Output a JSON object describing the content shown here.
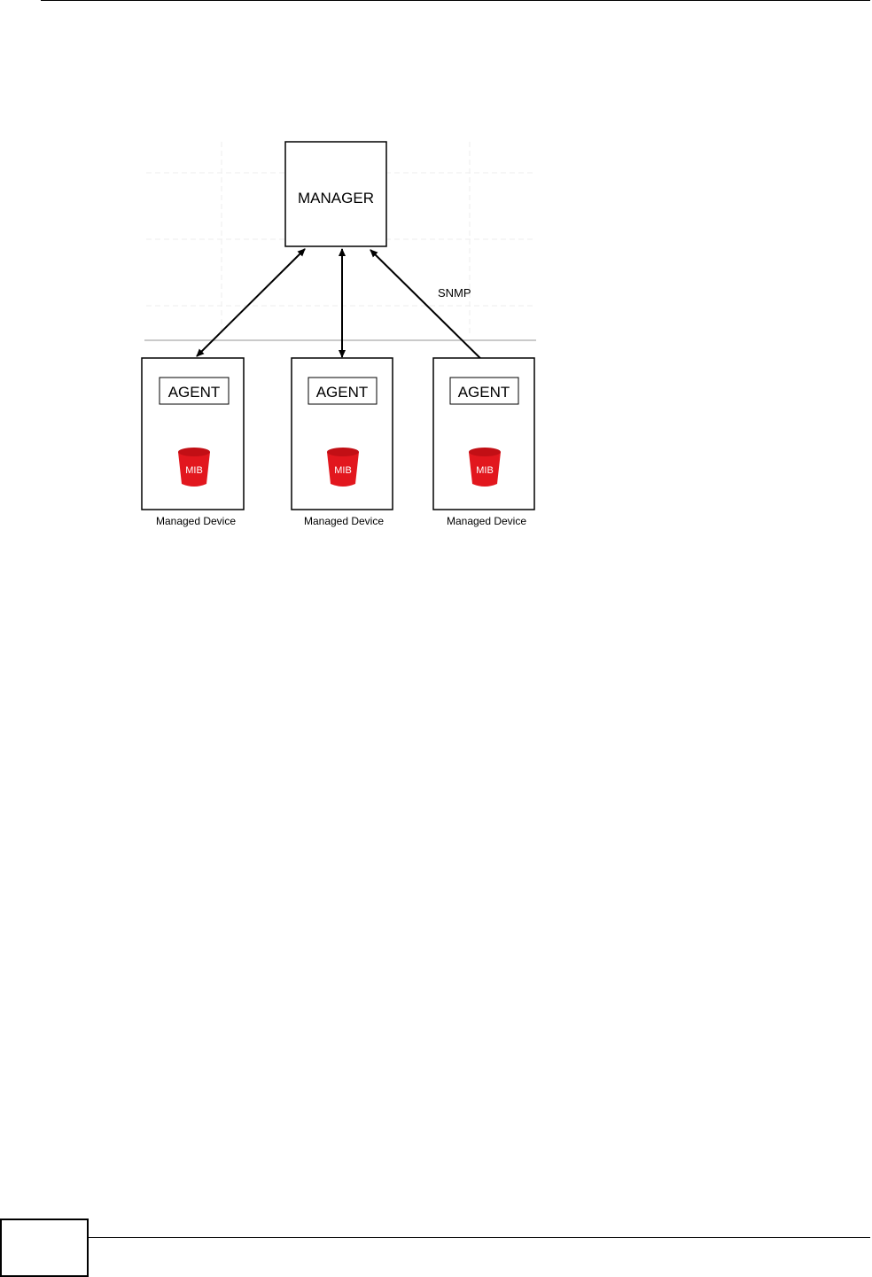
{
  "diagram": {
    "manager_label": "MANAGER",
    "protocol_label": "SNMP",
    "devices": [
      {
        "agent_label": "AGENT",
        "mib_label": "MIB",
        "caption": "Managed Device"
      },
      {
        "agent_label": "AGENT",
        "mib_label": "MIB",
        "caption": "Managed Device"
      },
      {
        "agent_label": "AGENT",
        "mib_label": "MIB",
        "caption": "Managed Device"
      }
    ],
    "colors": {
      "mib_fill": "#e2171e",
      "line": "#000000",
      "separator": "#b8b8b8"
    }
  },
  "footer": {
    "page_number": ""
  }
}
